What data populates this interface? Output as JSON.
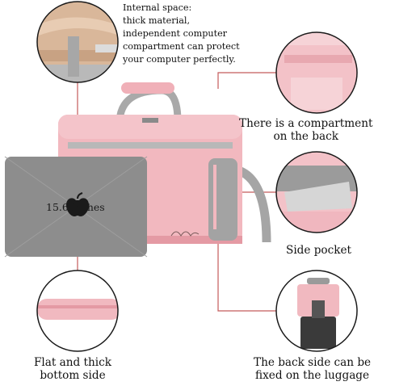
{
  "captions": {
    "internal_space": [
      "Internal space:",
      "thick material,",
      "independent computer",
      "compartment can protect",
      "your computer perfectly."
    ],
    "back_compartment": [
      "There is a compartment",
      "on the back"
    ],
    "side_pocket": "Side pocket",
    "flat_bottom": [
      "Flat and thick",
      "bottom side"
    ],
    "luggage": [
      "The back side can be",
      "fixed on the luggage"
    ]
  },
  "laptop": {
    "size_label": "15.6 inches"
  },
  "colors": {
    "bag_pink": "#f2b8bf",
    "bag_pink_dark": "#e49aa4",
    "trim_grey": "#9a9a9a",
    "laptop_grey": "#8d8d8d",
    "callout_line": "#c45a5a",
    "circle_border": "#1a1a1a"
  }
}
